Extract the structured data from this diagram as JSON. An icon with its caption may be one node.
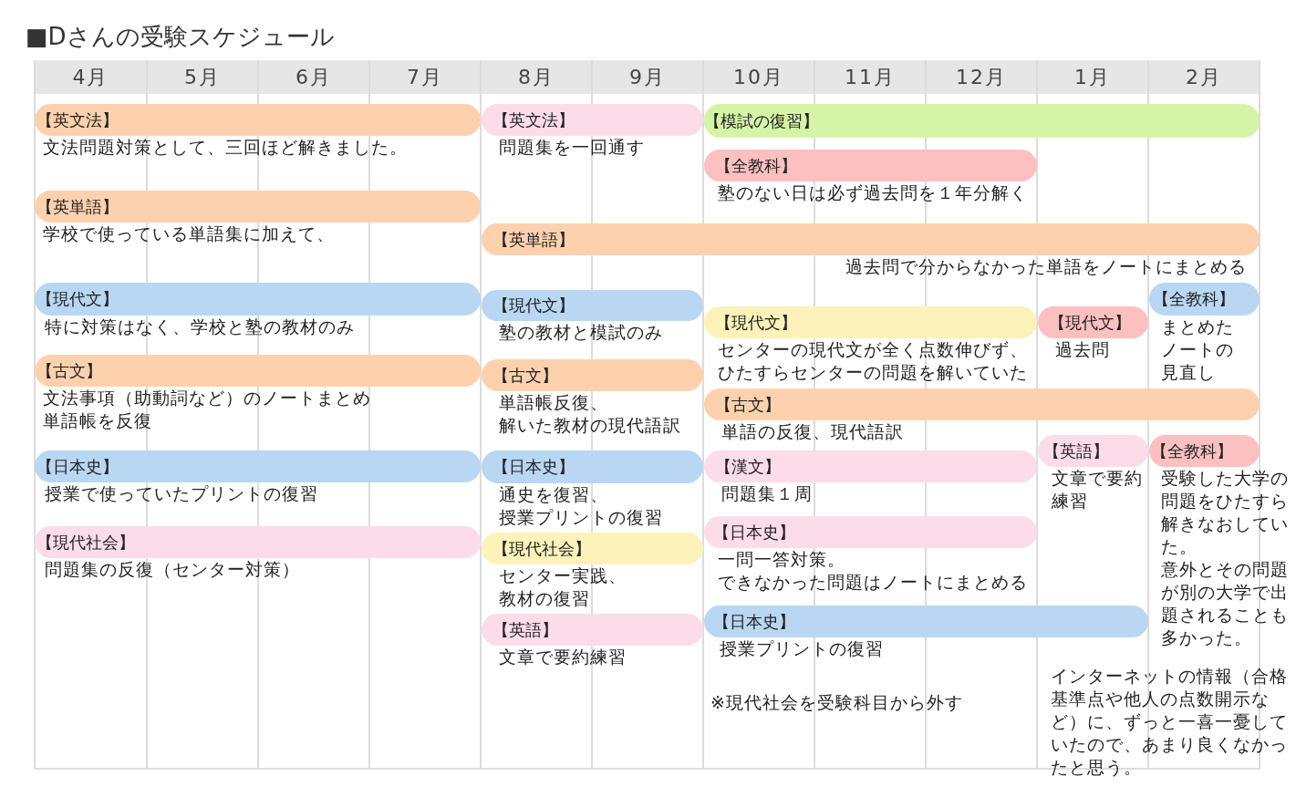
{
  "diagram": {
    "title": "■Dさんの受験スケジュール",
    "nodes": [
      {
        "text": [
          "【英文法】",
          "文法問題対策として、三回ほど解きました。"
        ]
      },
      {
        "text": [
          "【英単語】",
          "学校で使っている単語集に加えて、"
        ]
      },
      {
        "text": [
          "【現代文】",
          "特に対策はなく、学校と塾の教材のみ"
        ]
      },
      {
        "text": [
          "【古文】",
          "文法事項（助動詞など）のノートまとめ",
          "単語帳を反復"
        ]
      },
      {
        "text": [
          "【日本史】",
          "授業で使っていたプリントの復習"
        ]
      },
      {
        "text": [
          "【現代社会】",
          "問題集の反復（センター対策）"
        ]
      },
      {
        "text": [
          "【英文法】",
          "問題集を一回通す"
        ]
      },
      {
        "text": [
          "【英単語】",
          "過去問で分からなかった単語をノートにまとめる"
        ]
      },
      {
        "text": [
          "【現代文】",
          "塾の教材と模試のみ"
        ]
      },
      {
        "text": [
          "【古文】",
          "単語帳反復、",
          "解いた教材の現代語訳"
        ]
      },
      {
        "text": [
          "【日本史】",
          "通史を復習、",
          "授業プリントの復習"
        ]
      },
      {
        "text": [
          "【現代社会】",
          "センター実践、",
          "教材の復習"
        ]
      },
      {
        "text": [
          "【英語】",
          "文章で要約練習"
        ]
      },
      {
        "text": [
          "【模試の復習】"
        ]
      },
      {
        "text": [
          "【全教科】",
          "塾のない日は必ず過去問を１年分解く"
        ]
      },
      {
        "text": [
          "【現代文】",
          "センターの現代文が全く点数伸びず、",
          "ひたすらセンターの問題を解いていた"
        ]
      },
      {
        "text": [
          "【現代文】",
          "過去問"
        ]
      },
      {
        "text": [
          "【全教科】",
          "まとめたノートの見直し"
        ]
      },
      {
        "text": [
          "【古文】",
          "単語の反復、現代語訳"
        ]
      },
      {
        "text": [
          "【漢文】",
          "問題集１周"
        ]
      },
      {
        "text": [
          "【英語】",
          "文章で要約練習"
        ]
      },
      {
        "text": [
          "【全教科】",
          "受験した大学の問題をひたすら解きなおしていた。",
          "意外とその問題が別の大学で出題されることも多かった。"
        ]
      },
      {
        "text": [
          "【日本史】",
          "一問一答対策。",
          "できなかった問題はノートにまとめる"
        ]
      },
      {
        "text": [
          "【日本史】",
          "授業プリントの復習"
        ]
      }
    ],
    "labels": [
      "4月",
      "5月",
      "6月",
      "7月",
      "8月",
      "9月",
      "10月",
      "11月",
      "12月",
      "1月",
      "2月",
      "※現代社会を受験科目から外す",
      "インターネットの情報（合格基準点や他人の点数開示など）に、ずっと一喜一憂していたので、あまり良くなかったと思う。"
    ]
  }
}
